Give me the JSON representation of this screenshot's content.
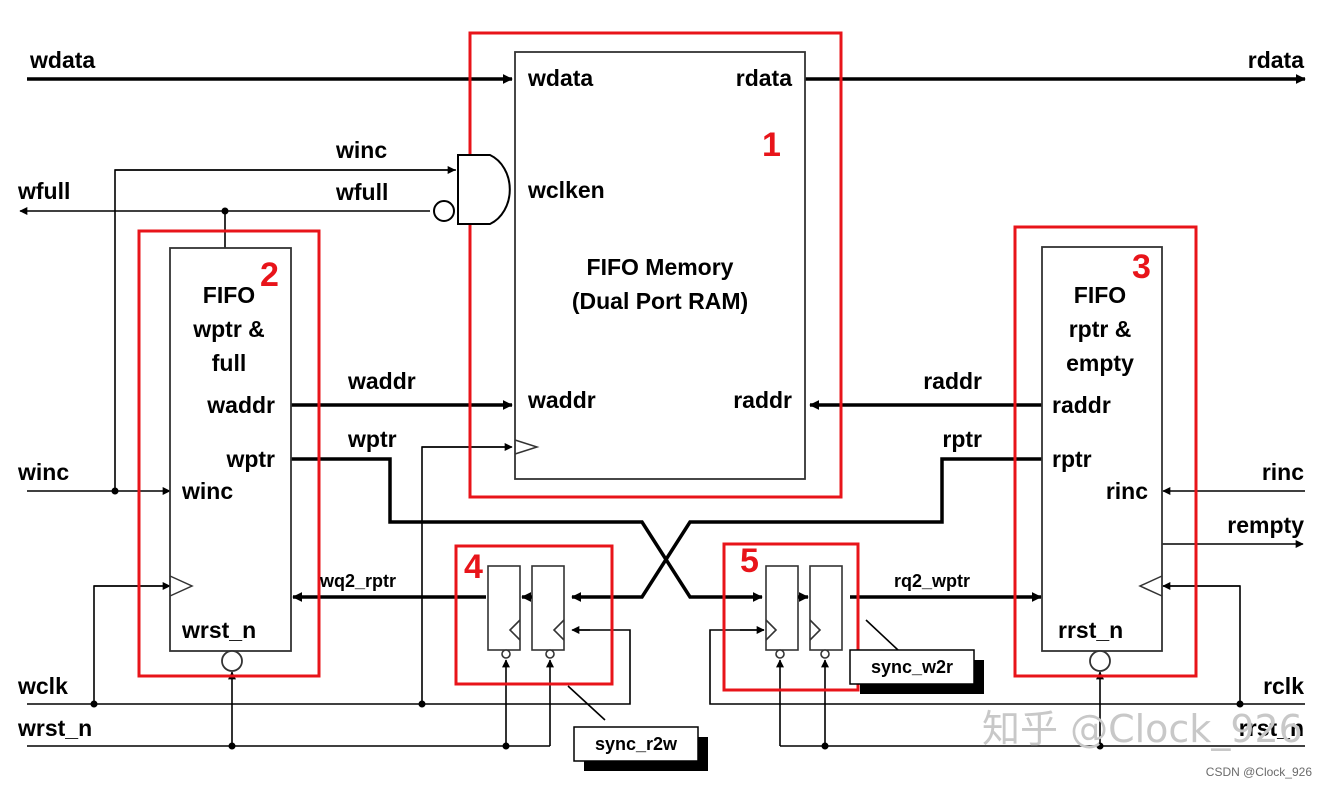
{
  "labels": {
    "wdata_in": "wdata",
    "rdata_out": "rdata",
    "wfull_out": "wfull",
    "winc_top": "winc",
    "wfull_gate": "wfull",
    "waddr_wire": "waddr",
    "wptr_wire": "wptr",
    "raddr_wire": "raddr",
    "rptr_wire": "rptr",
    "winc_in": "winc",
    "rinc_in": "rinc",
    "rempty_out": "rempty",
    "wq2_rptr": "wq2_rptr",
    "rq2_wptr": "rq2_wptr",
    "wclk": "wclk",
    "wrst_n": "wrst_n",
    "rclk": "rclk",
    "rrst_n": "rrst_n"
  },
  "memory_block": {
    "number": "1",
    "port_wdata": "wdata",
    "port_rdata": "rdata",
    "port_wclken": "wclken",
    "title_line1": "FIFO Memory",
    "title_line2": "(Dual Port RAM)",
    "port_waddr": "waddr",
    "port_raddr": "raddr"
  },
  "wptr_block": {
    "number": "2",
    "title_line1": "FIFO",
    "title_line2": "wptr &",
    "title_line3": "full",
    "port_waddr": "waddr",
    "port_wptr": "wptr",
    "port_winc": "winc",
    "port_wrst_n": "wrst_n"
  },
  "rptr_block": {
    "number": "3",
    "title_line1": "FIFO",
    "title_line2": "rptr &",
    "title_line3": "empty",
    "port_raddr": "raddr",
    "port_rptr": "rptr",
    "port_rinc": "rinc",
    "port_rrst_n": "rrst_n"
  },
  "sync_r2w": {
    "number": "4",
    "callout": "sync_r2w"
  },
  "sync_w2r": {
    "number": "5",
    "callout": "sync_w2r"
  },
  "watermark": "知乎 @Clock_926",
  "credit": "CSDN @Clock_926",
  "colors": {
    "highlight_red": "#e8141a",
    "wire": "#000000",
    "block_border": "#333333"
  }
}
